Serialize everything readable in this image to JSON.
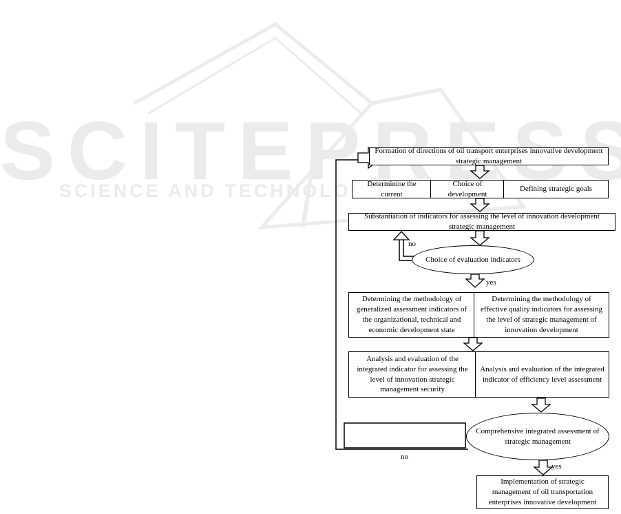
{
  "watermark": {
    "logo": "SCITEPRESS",
    "subtitle": "SCIENCE AND TECHNOLOGY PUBLICATIONS"
  },
  "flowchart": {
    "formation": "Formation of directions of oil transport enterprises innovative development strategic management",
    "determining_current": "Determinine the current",
    "choice_development": "Choice of development",
    "defining_goals": "Defining strategic goals",
    "substantiation": "Substantiation of indicators for assessing the level of innovation development strategic management",
    "choice_indicators": "Choice of evaluation indicators",
    "label_no_1": "no",
    "label_yes_1": "yes",
    "methodology_generalized": "Determining the methodology of generalized assessment indicators of the organizational, technical and economic development state",
    "methodology_effective": "Determining the methodology of effective quality indicators for assessing the level of strategic management of innovation development",
    "analysis_security": "Analysis and evaluation of the integrated indicator for assessing the level of innovation strategic management security",
    "analysis_efficiency": "Analysis and evaluation of the integrated indicator of efficiency level assessment",
    "comprehensive": "Comprehensive integrated assessment of strategic management",
    "label_no_2": "no",
    "label_yes_2": "yes",
    "implementation": "Implementation of strategic management of oil transportation enterprises innovative development"
  }
}
